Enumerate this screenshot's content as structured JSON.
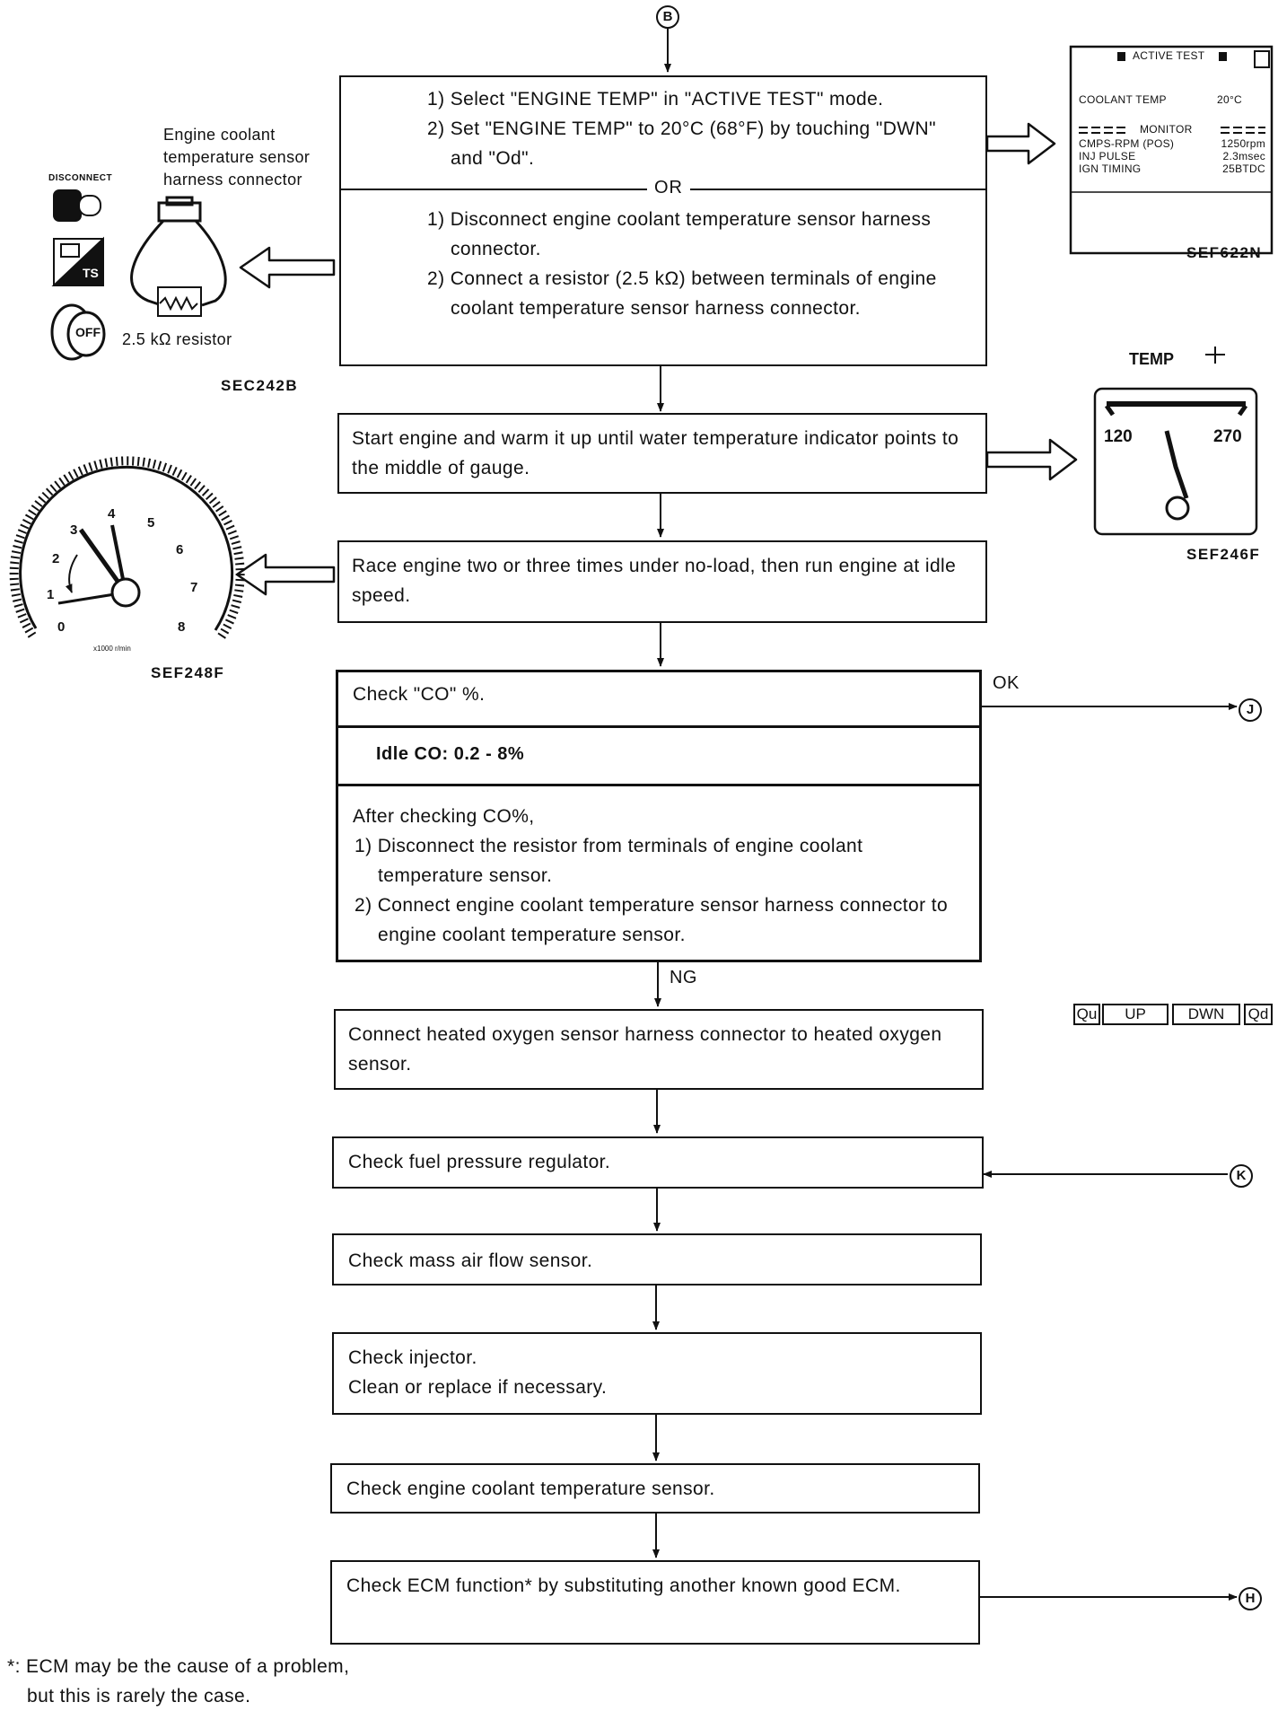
{
  "connectors": {
    "top": "B",
    "ok_target": "J",
    "regulator_source": "K",
    "end_target": "H"
  },
  "step1": {
    "crt_lines": [
      "1) Select \"ENGINE TEMP\" in \"ACTIVE TEST\" mode.",
      "2) Set \"ENGINE TEMP\" to 20°C (68°F) by touching \"DWN\" and \"Od\"."
    ],
    "or_label": "OR",
    "manual_lines": [
      "1) Disconnect engine coolant temperature sensor harness connector.",
      "2) Connect a resistor (2.5 kΩ) between terminals of engine coolant temperature sensor harness connector."
    ]
  },
  "harness": {
    "label": "Engine coolant temperature sensor harness connector",
    "resistor_label": "2.5 kΩ  resistor",
    "disconnect_label": "DISCONNECT",
    "ts_label": "TS",
    "off_label": "OFF",
    "code": "SEC242B"
  },
  "crt": {
    "title": "ACTIVE TEST",
    "coolant_label": "COOLANT TEMP",
    "coolant_value": "20°C",
    "monitor_label": "MONITOR",
    "rows": [
      {
        "label": "CMPS-RPM (POS)",
        "value": "1250rpm"
      },
      {
        "label": "INJ PULSE",
        "value": "2.3msec"
      },
      {
        "label": "IGN TIMING",
        "value": "25BTDC"
      }
    ],
    "buttons": [
      "Qu",
      "UP",
      "DWN",
      "Qd"
    ],
    "code": "SEF622N"
  },
  "step2": {
    "text": "Start engine and warm it up until water temperature indicator points to the middle of gauge."
  },
  "temp_gauge": {
    "title": "TEMP",
    "low": "120",
    "high": "270",
    "code": "SEF246F"
  },
  "step3": {
    "text": "Race engine two or three times under no-load, then run engine at idle speed."
  },
  "tach": {
    "numbers": [
      "0",
      "1",
      "2",
      "3",
      "4",
      "5",
      "6",
      "7",
      "8"
    ],
    "unit": "x1000 r/min",
    "code": "SEF248F"
  },
  "check_co": {
    "title": "Check \"CO\" %.",
    "ok_label": "OK",
    "spec": "Idle CO: 0.2 - 8%",
    "after_title": "After checking CO%,",
    "after_items": [
      "1) Disconnect the resistor from terminals of engine coolant temperature sensor.",
      "2) Connect engine coolant temperature sensor harness connector to engine coolant temperature sensor."
    ],
    "ng_label": "NG"
  },
  "steps": [
    {
      "text": "Connect heated oxygen sensor harness connector to heated oxygen sensor."
    },
    {
      "text": "Check fuel pressure regulator."
    },
    {
      "text": "Check mass air flow sensor."
    },
    {
      "text": "Check injector.",
      "text2": "Clean or replace if necessary."
    },
    {
      "text": "Check engine coolant temperature sensor."
    },
    {
      "text": "Check ECM function* by substituting another known good ECM."
    }
  ],
  "footnote": {
    "line1": "*: ECM may be the cause of a problem,",
    "line2": "but this is rarely the case."
  }
}
